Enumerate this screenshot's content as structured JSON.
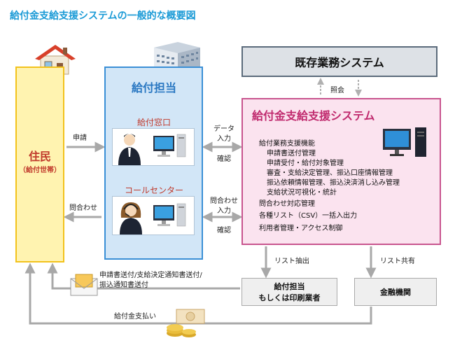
{
  "title": "給付金支給支援システムの一般的な概要図",
  "resident": {
    "title": "住民",
    "subtitle": "（給付世帯）"
  },
  "staff": {
    "title": "給付担当",
    "window": "給付窓口",
    "call_center": "コールセンター"
  },
  "existing_system": {
    "title": "既存業務システム",
    "link": "照会"
  },
  "support_system": {
    "title": "給付金支給支援システム",
    "functions": [
      "給付業務支援機能",
      "申請書送付管理",
      "申請受付・給付対象管理",
      "審査・支給決定管理、振込口座情報管理",
      "振込依頼情報管理、振込決済消し込み管理",
      "支給状況可視化・統計",
      "問合わせ対応管理",
      "各種リスト（CSV）一括入出力",
      "利用者管理・アクセス制御"
    ]
  },
  "flows": {
    "apply": "申請",
    "inquiry": "問合わせ",
    "data_entry": [
      "データ",
      "入力"
    ],
    "confirm1": "確認",
    "inquiry_entry": [
      "問合わせ",
      "入力"
    ],
    "confirm2": "確認",
    "list_extract": "リスト抽出",
    "list_share": "リスト共有",
    "mail_line1": "申請書送付/支給決定通知書送付/",
    "mail_line2": "振込通知書送付",
    "payment": "給付金支払い"
  },
  "printer": {
    "line1": "給付担当",
    "line2": "もしくは印刷業者"
  },
  "bank": {
    "title": "金融機関"
  },
  "colors": {
    "title": "#1a9ad6",
    "resident_fill": "#fff3b0",
    "resident_border": "#f2c21c",
    "staff_fill": "#d2e6f7",
    "staff_border": "#3a8fd6",
    "system_fill": "#fbe3ef",
    "system_border": "#c8548e",
    "existing_fill": "#dde1e6",
    "arrow": "#a8a8a8"
  }
}
